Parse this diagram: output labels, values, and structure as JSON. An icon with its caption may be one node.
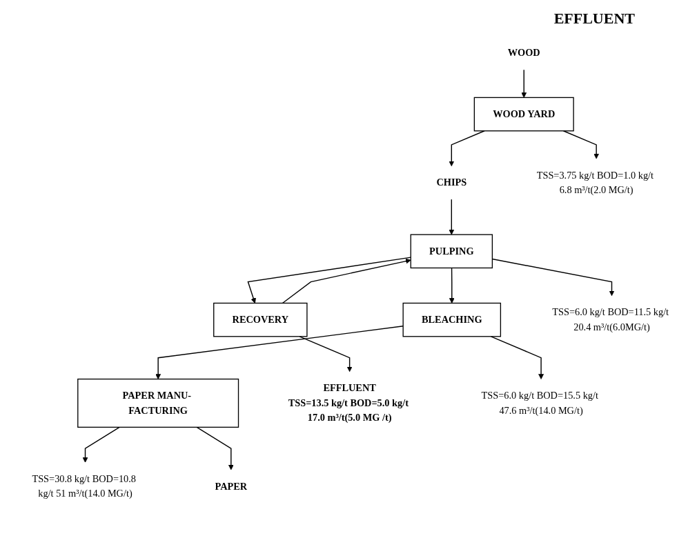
{
  "diagram": {
    "nodes": [
      {
        "text": [
          "WOOD"
        ]
      },
      {
        "text": [
          "WOOD YARD"
        ]
      },
      {
        "text": [
          "CHIPS"
        ]
      },
      {
        "text": [
          "RECOVERY"
        ]
      },
      {
        "text": [
          "PULPING"
        ]
      },
      {
        "text": [
          "BLEACHING"
        ]
      },
      {
        "text": [
          "PAPER MANU- FACTURING"
        ]
      },
      {
        "text": [
          "PAPER"
        ]
      },
      {
        "text": [
          "EFFLUENT",
          "TSS=13.5 kg/t BOD=5.0 kg/t 17.0 m³/t(5.0 MG /t)"
        ]
      },
      {
        "text": [
          "TSS=3.75 kg/t BOD=1.0 kg/t 6.8 m³/t(2.0 MG/t)"
        ]
      },
      {
        "text": [
          "TSS=6.0 kg/t BOD=11.5 kg/t 20.4 m³/t(6.0MG/t)"
        ]
      },
      {
        "text": [
          "TSS=6.0 kg/t BOD=15.5 kg/t 47.6 m³/t(14.0 MG/t)"
        ]
      },
      {
        "text": [
          "TSS=30.8 kg/t BOD=10.8 kg/t 51 m³/t(14.0 MG/t)"
        ]
      }
    ],
    "edges": [
      {
        "from": 0,
        "to": 1,
        "arrow": "to"
      },
      {
        "from": 1,
        "to": 9,
        "arrow": "to"
      },
      {
        "from": 1,
        "to": 2,
        "arrow": "to"
      },
      {
        "from": 2,
        "to": 4,
        "arrow": "to"
      },
      {
        "from": 3,
        "to": 4,
        "arrow": "to"
      },
      {
        "from": 4,
        "to": 3,
        "arrow": "to"
      },
      {
        "from": 4,
        "to": 10,
        "arrow": "to"
      },
      {
        "from": 3,
        "to": 8,
        "arrow": "to"
      },
      {
        "from": 4,
        "to": 5,
        "arrow": "to"
      },
      {
        "from": 5,
        "to": 11,
        "arrow": "to"
      },
      {
        "from": 5,
        "to": 6,
        "arrow": "to"
      },
      {
        "from": 6,
        "to": 12,
        "arrow": "to"
      },
      {
        "from": 6,
        "to": 7,
        "arrow": "to"
      }
    ],
    "labels": [
      "EFFLUENT"
    ]
  }
}
